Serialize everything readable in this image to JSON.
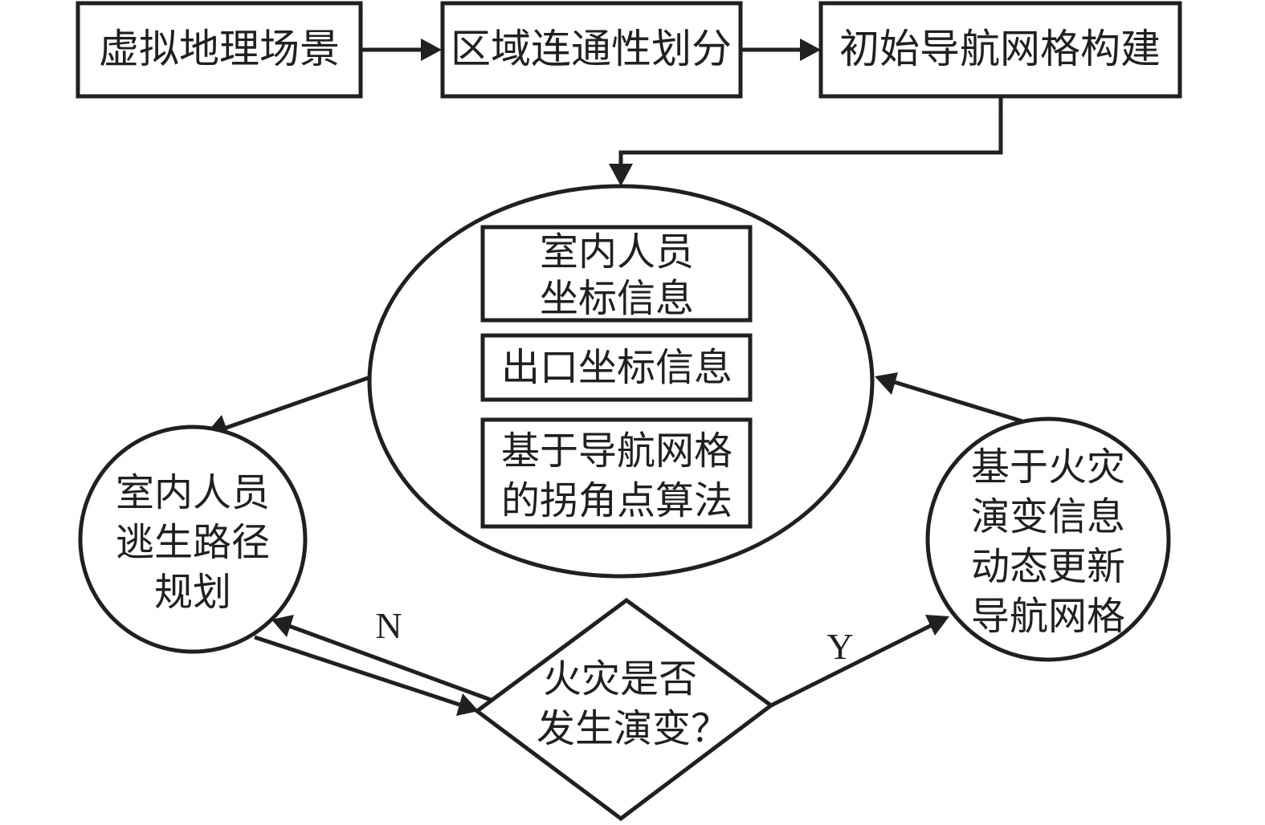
{
  "diagram": {
    "title": "",
    "colors": {
      "stroke": "#231f20",
      "background": "#ffffff"
    },
    "nodes": {
      "virtual_scene": {
        "lines": [
          "虚拟地理场景"
        ],
        "shape": "rectangle"
      },
      "connectivity_partition": {
        "lines": [
          "区域连通性划分"
        ],
        "shape": "rectangle"
      },
      "initial_navmesh": {
        "lines": [
          "初始导航网格构建"
        ],
        "shape": "rectangle"
      },
      "core_ellipse": {
        "shape": "ellipse",
        "inner_boxes": [
          {
            "lines": [
              "室内人员",
              "坐标信息"
            ]
          },
          {
            "lines": [
              "出口坐标信息"
            ]
          },
          {
            "lines": [
              "基于导航网格",
              "的拐角点算法"
            ]
          }
        ]
      },
      "path_planning": {
        "lines": [
          "室内人员",
          "逃生路径",
          "规划"
        ],
        "shape": "circle"
      },
      "fire_decision": {
        "lines": [
          "火灾是否",
          "发生演变？"
        ],
        "shape": "diamond"
      },
      "dynamic_update": {
        "lines": [
          "基于火灾",
          "演变信息",
          "动态更新",
          "导航网格"
        ],
        "shape": "circle"
      }
    },
    "edges": [
      {
        "from": "virtual_scene",
        "to": "connectivity_partition",
        "label": ""
      },
      {
        "from": "connectivity_partition",
        "to": "initial_navmesh",
        "label": ""
      },
      {
        "from": "initial_navmesh",
        "to": "core_ellipse",
        "label": ""
      },
      {
        "from": "core_ellipse",
        "to": "path_planning",
        "label": ""
      },
      {
        "from": "path_planning",
        "to": "fire_decision",
        "label": ""
      },
      {
        "from": "fire_decision",
        "to": "path_planning",
        "label": "N"
      },
      {
        "from": "fire_decision",
        "to": "dynamic_update",
        "label": "Y"
      },
      {
        "from": "dynamic_update",
        "to": "core_ellipse",
        "label": ""
      }
    ],
    "edge_labels": {
      "no": "N",
      "yes": "Y"
    }
  }
}
